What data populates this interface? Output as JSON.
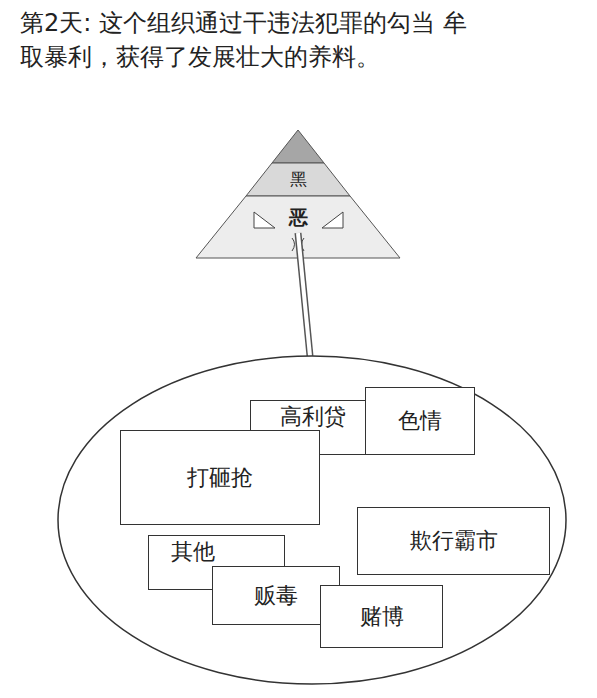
{
  "diagram": {
    "title": "第2天: 这个组织通过干违法犯罪的勾当 牟取暴利，获得了发展壮大的养料。",
    "nodes": [
      {
        "text": [
          "黑"
        ]
      },
      {
        "text": [
          "恶"
        ]
      },
      {
        "text": []
      },
      {
        "text": [
          "高利贷"
        ],
        "in": 2
      },
      {
        "text": [
          "色情"
        ],
        "in": 2
      },
      {
        "text": [
          "打砸抢"
        ],
        "in": 2
      },
      {
        "text": [
          "欺行霸市"
        ],
        "in": 2
      },
      {
        "text": [
          "其他"
        ],
        "in": 2
      },
      {
        "text": [
          "贩毒"
        ],
        "in": 2
      },
      {
        "text": [
          "赌博"
        ],
        "in": 2
      }
    ],
    "edges": [
      {
        "from": 1,
        "to": 2,
        "arrow": "none"
      }
    ]
  }
}
